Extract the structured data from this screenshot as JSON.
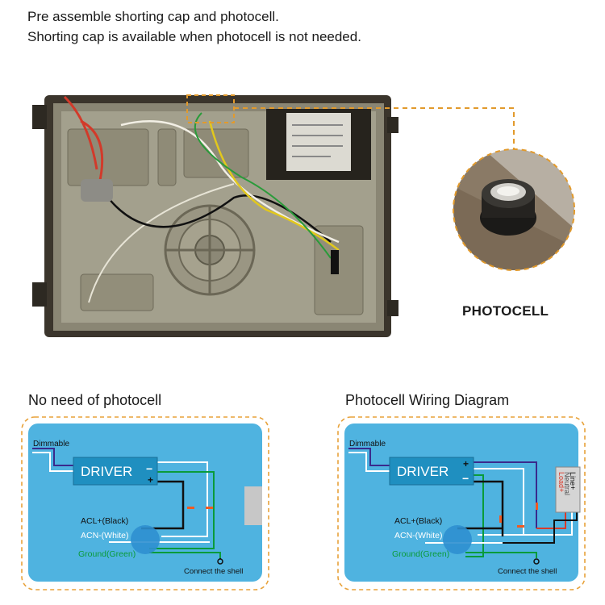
{
  "intro": {
    "line1": "Pre assemble shorting cap and photocell.",
    "line2": "Shorting cap is available when photocell is not needed."
  },
  "photocell_label": "PHOTOCELL",
  "left_diagram": {
    "title": "No need of photocell",
    "dimmable": "Dimmable",
    "driver": "DRIVER",
    "minus": "−",
    "plus": "+",
    "acl": "ACL+(Black)",
    "acn": "ACN-(White)",
    "ground": "Ground(Green)",
    "shell": "Connect the shell"
  },
  "right_diagram": {
    "title": "Photocell Wiring Diagram",
    "dimmable": "Dimmable",
    "driver": "DRIVER",
    "minus": "−",
    "plus": "+",
    "acl": "ACL+(Black)",
    "acn": "ACN-(White)",
    "ground": "Ground(Green)",
    "shell": "Connect the shell",
    "line_label": "Line+",
    "neutral_label": "Neutral",
    "load_label": "Load+"
  },
  "colors": {
    "diagram_bg": "#4fb3e0",
    "dash_orange": "#e8a23a",
    "driver_box": "#1f8fc0",
    "wire_black": "#111111",
    "wire_white": "#ffffff",
    "wire_green": "#0a9b3a",
    "wire_purple": "#3a2a8c",
    "wire_red": "#d93a2a",
    "marker_orange": "#f05a22"
  }
}
